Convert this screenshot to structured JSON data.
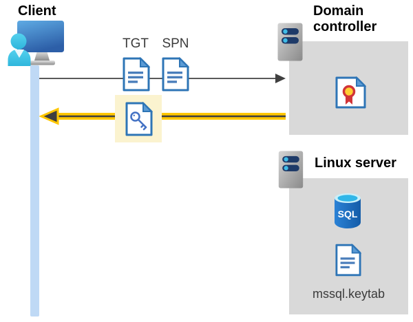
{
  "client": {
    "label": "Client"
  },
  "tickets": {
    "tgt": "TGT",
    "spn": "SPN"
  },
  "domain_controller": {
    "label": "Domain controller"
  },
  "linux_server": {
    "label": "Linux server",
    "sql_badge": "SQL",
    "keytab": "mssql.keytab"
  },
  "colors": {
    "highlight_yellow": "#FFC700",
    "highlight_box": "#FBF3CF",
    "panel_gray": "#D9D9D9",
    "arrow_gray": "#595959",
    "document_blue": "#2E75B6",
    "lifeline_blue": "#BFD9F5",
    "sql_blue": "#1D6FC2",
    "certificate_red": "#D13438",
    "certificate_gold": "#FFCE33"
  }
}
